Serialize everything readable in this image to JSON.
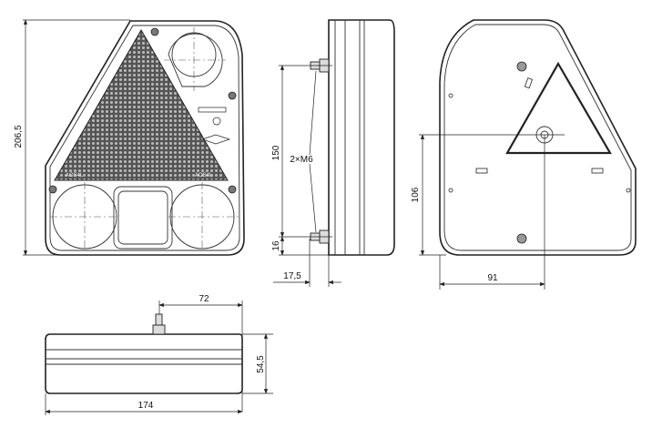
{
  "views": {
    "front": {
      "height_label": "206,5",
      "marking_left": "AOS4L",
      "marking_right": "AOS4L"
    },
    "side": {
      "stud_spacing_label": "150",
      "bottom_offset_label": "16",
      "depth_label": "17,5",
      "thread_label": "2×M6"
    },
    "rear": {
      "reflector_height_label": "106",
      "reflector_offset_label": "91"
    },
    "bottom": {
      "stud_offset_label": "72",
      "depth_label": "54,5",
      "width_label": "174"
    }
  },
  "colors": {
    "line": "#222222",
    "background": "#ffffff"
  }
}
